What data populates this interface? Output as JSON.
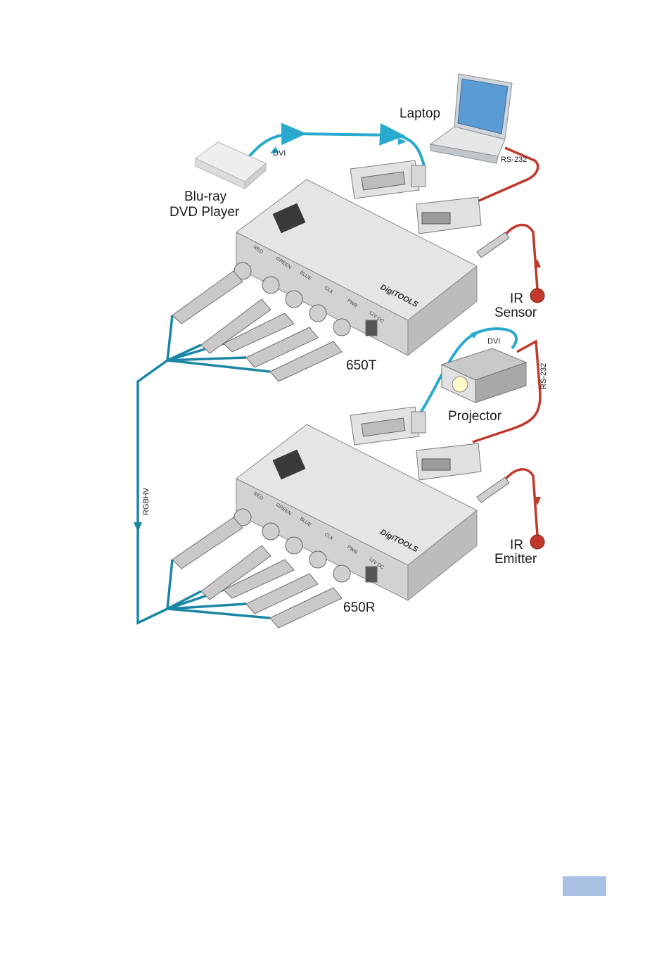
{
  "devices": {
    "laptop": "Laptop",
    "bluray_line1": "Blu-ray",
    "bluray_line2": "DVD Player",
    "transmitter": "650T",
    "receiver": "650R",
    "projector": "Projector",
    "ir_sensor_line1": "IR",
    "ir_sensor_line2": "Sensor",
    "ir_emitter_line1": "IR",
    "ir_emitter_line2": "Emitter"
  },
  "cables": {
    "dvi_top": "DVI",
    "rs232_top": "RS-232",
    "dvi_bottom": "DVI",
    "rs232_bottom": "RS-232",
    "rgbhv": "RGBHV"
  },
  "panel": {
    "red": "RED",
    "green": "GREEN",
    "blue": "BLUE",
    "clk": "CLK",
    "pwr": "PWR",
    "dc": "12V DC",
    "brand": "DigiTOOLS"
  },
  "colors": {
    "dvi_cable": "#2aa9cf",
    "rgbhv_cable": "#1a86a6",
    "rs232_ir_cable": "#c0392b",
    "device_body": "#dcdcdc",
    "page_box": "#a9c1e3"
  }
}
